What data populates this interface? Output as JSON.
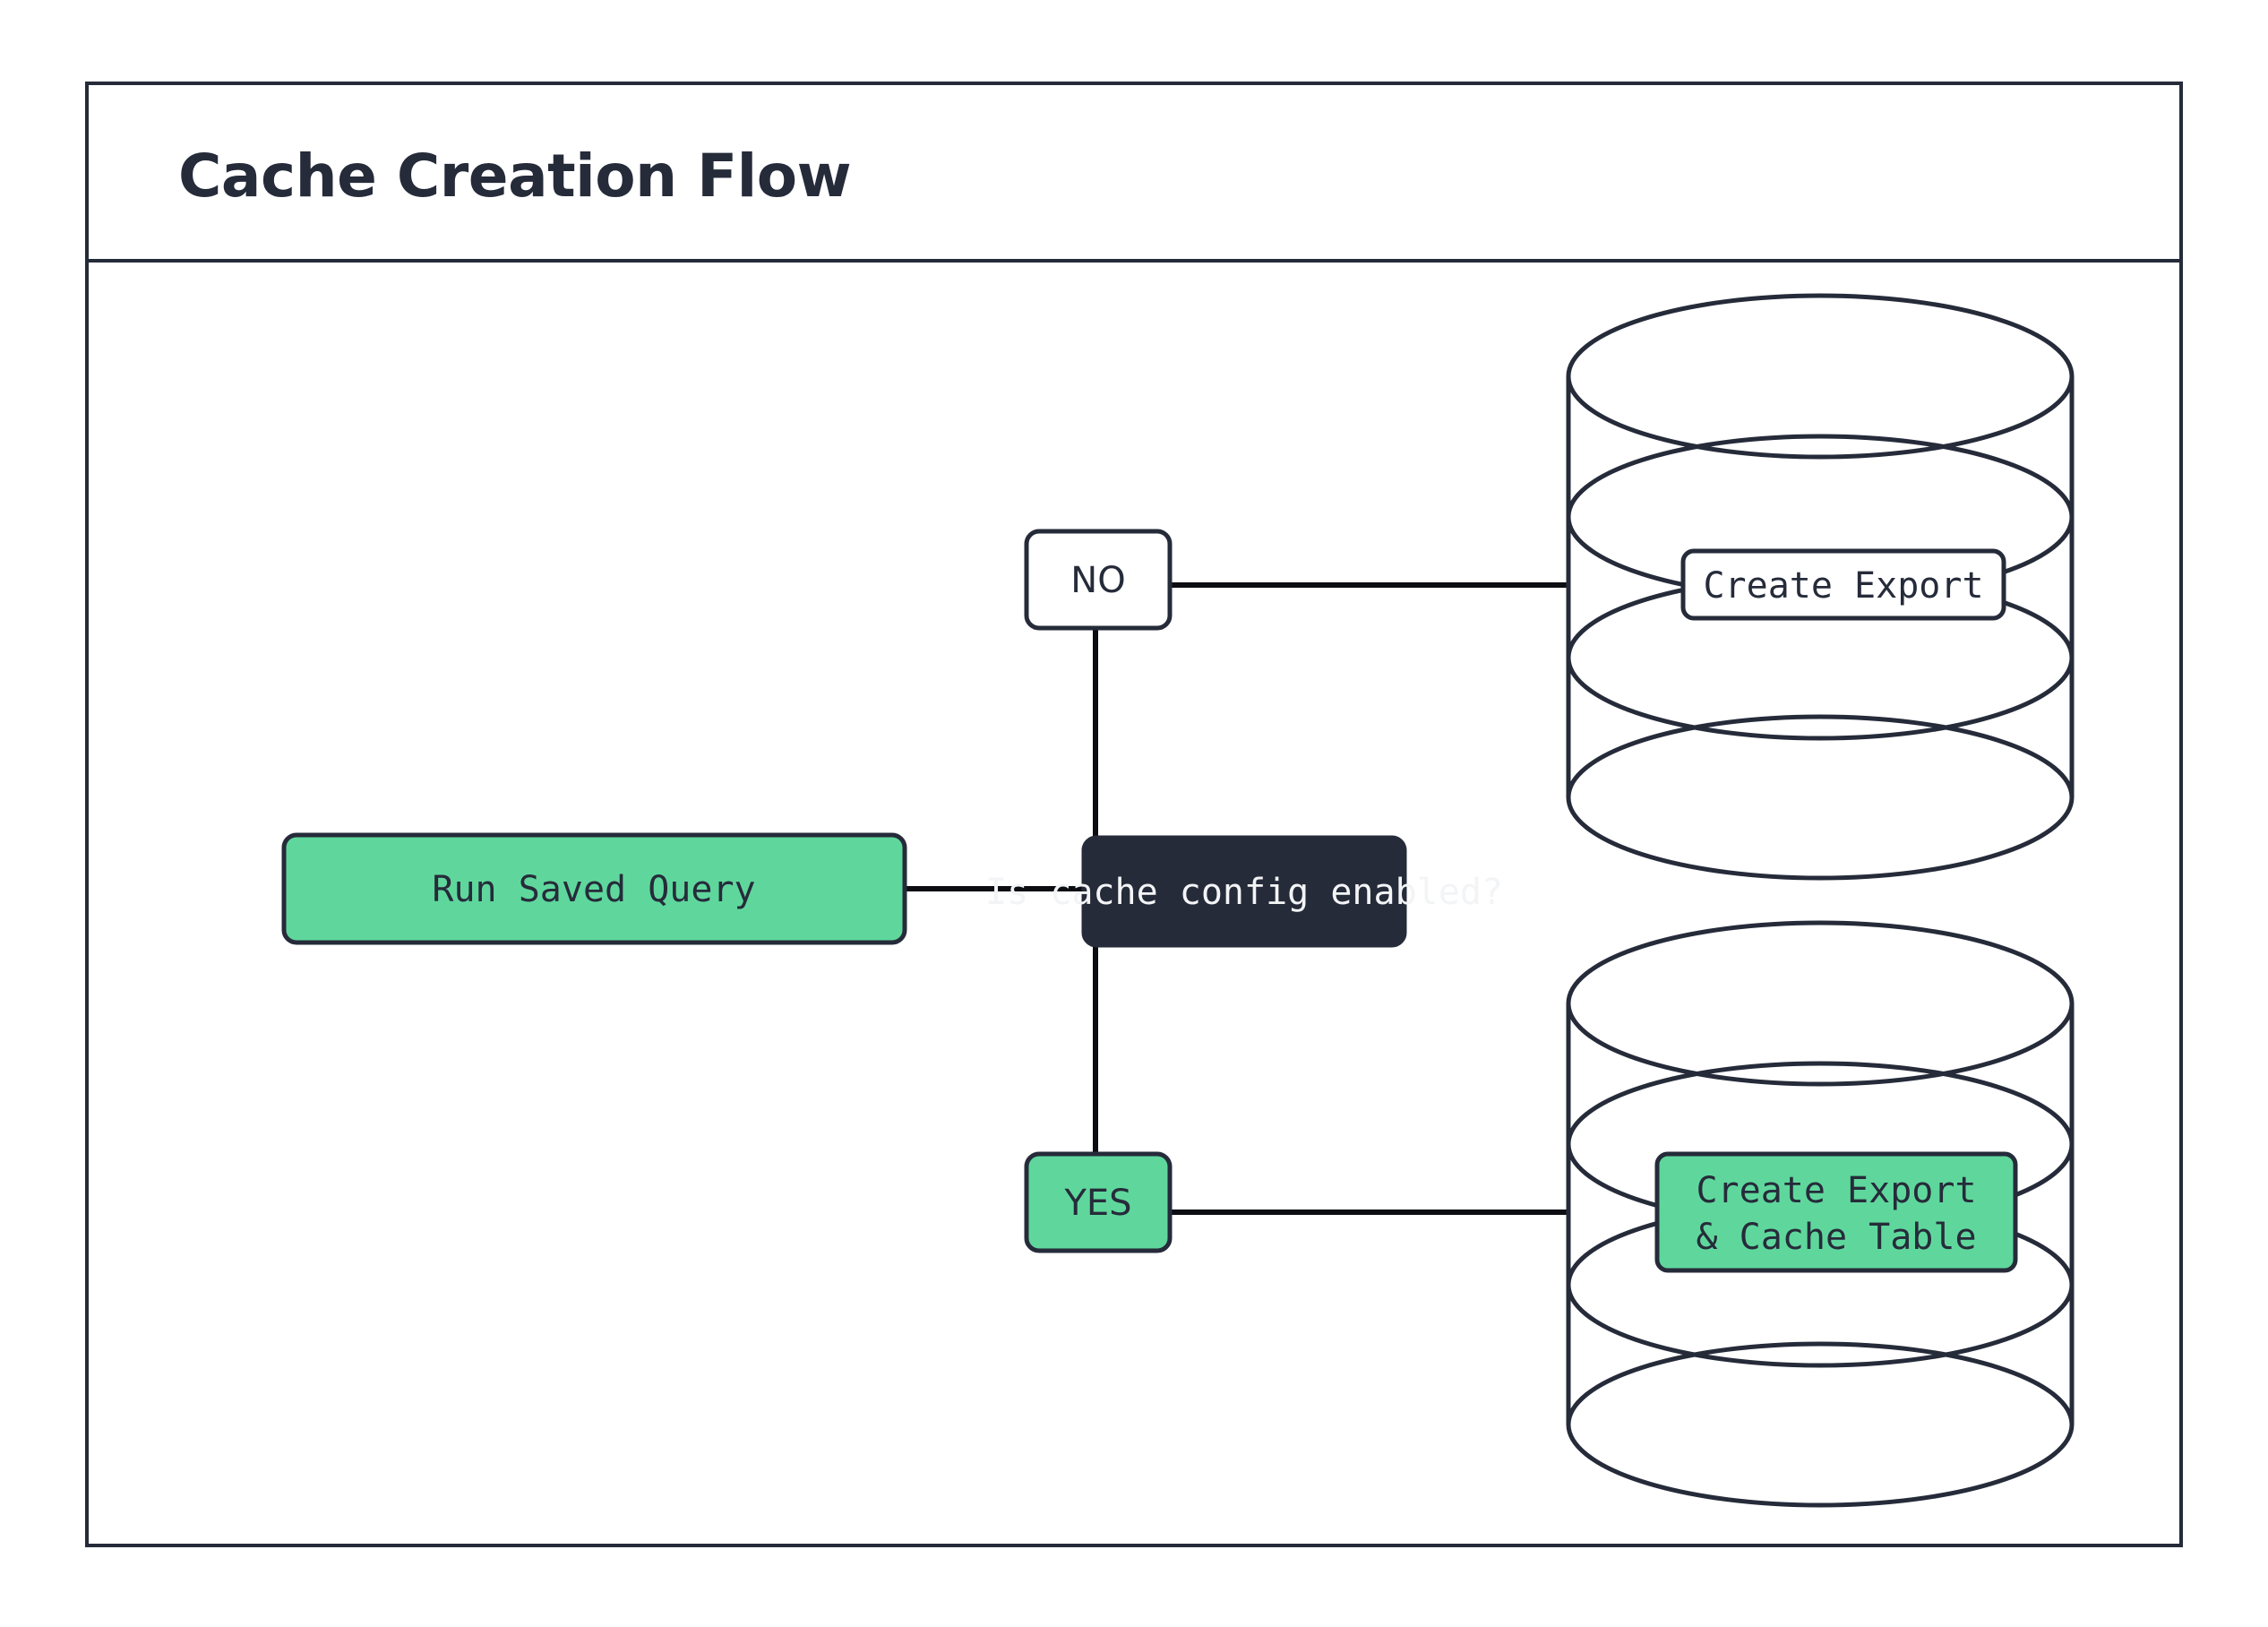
{
  "diagram": {
    "title": "Cache Creation Flow",
    "type": "flowchart",
    "nodes": [
      {
        "id": "run-saved-query",
        "label": "Run Saved Query",
        "shape": "rounded-rect",
        "fill": "#5FD79C",
        "text_color": "#262B3A",
        "font": "mono"
      },
      {
        "id": "decision-cache-config",
        "label": "Is cache config enabled?",
        "shape": "rounded-rect",
        "fill": "#262B3A",
        "text_color": "#F3F4F6",
        "font": "mono"
      },
      {
        "id": "branch-no",
        "label": "NO",
        "shape": "rounded-rect",
        "fill": "#ffffff",
        "text_color": "#262B3A",
        "font": "sans"
      },
      {
        "id": "branch-yes",
        "label": "YES",
        "shape": "rounded-rect",
        "fill": "#5FD79C",
        "text_color": "#262B3A",
        "font": "sans"
      },
      {
        "id": "database-create-export",
        "label": "Create Export",
        "shape": "cylinder",
        "fill": "#ffffff",
        "text_color": "#262B3A",
        "font": "mono"
      },
      {
        "id": "database-create-export-cache-table",
        "label_line1": "Create Export",
        "label_line2": "& Cache Table",
        "shape": "cylinder",
        "fill": "#5FD79C",
        "text_color": "#262B3A",
        "font": "mono"
      }
    ],
    "edges": [
      {
        "from": "run-saved-query",
        "to": "decision-cache-config",
        "label": ""
      },
      {
        "from": "decision-cache-config",
        "to": "branch-no",
        "label": ""
      },
      {
        "from": "decision-cache-config",
        "to": "branch-yes",
        "label": ""
      },
      {
        "from": "branch-no",
        "to": "database-create-export",
        "label": ""
      },
      {
        "from": "branch-yes",
        "to": "database-create-export-cache-table",
        "label": ""
      }
    ],
    "colors": {
      "accent_green": "#5FD79C",
      "dark_navy": "#262B3A",
      "stroke": "#262B3A",
      "edge": "#0B0D12",
      "background": "#ffffff"
    }
  }
}
